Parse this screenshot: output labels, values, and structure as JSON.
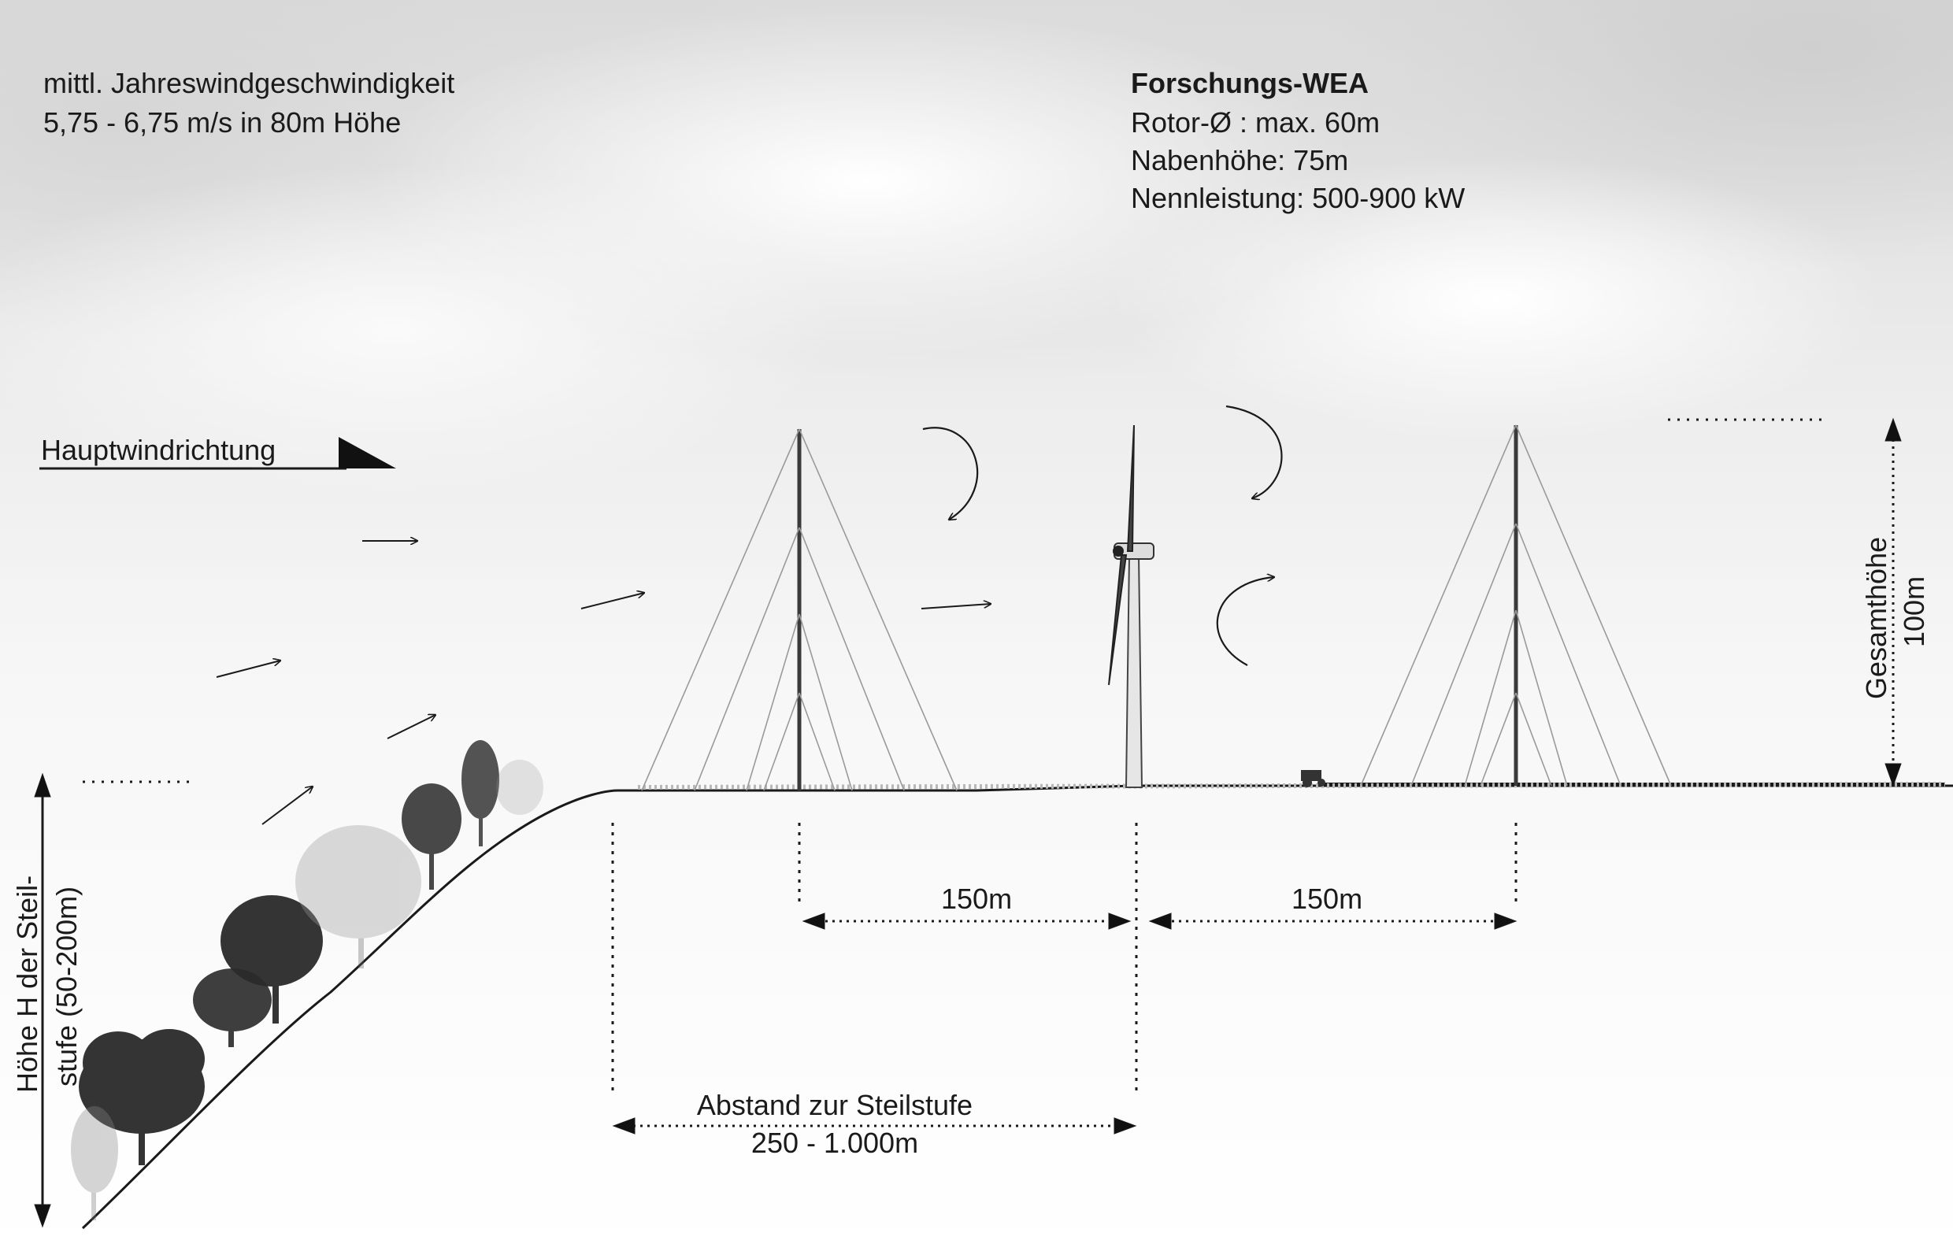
{
  "wind_speed": {
    "line1": "mittl. Jahreswindgeschwindigkeit",
    "line2": "5,75 - 6,75 m/s in 80m Höhe"
  },
  "turbine": {
    "title": "Forschungs-WEA",
    "rotor": "Rotor-Ø : max. 60m",
    "hub": "Nabenhöhe: 75m",
    "power": "Nennleistung: 500-900 kW"
  },
  "main_wind_direction": "Hauptwindrichtung",
  "total_height": {
    "line1": "Gesamthöhe",
    "line2": "100m"
  },
  "escarpment_height": {
    "line1": "Höhe H der Steil-",
    "line2": "stufe (50-200m)"
  },
  "distance_left": "150m",
  "distance_right": "150m",
  "distance_escarpment": {
    "line1": "Abstand zur Steilstufe",
    "line2": "250 - 1.000m"
  },
  "colors": {
    "ink": "#1a1a1a",
    "mast": "#3a3a3a",
    "guy_wire": "#9a9a9a",
    "tree_dark": "#2a2a2a",
    "tree_light": "#9c9c9c"
  }
}
